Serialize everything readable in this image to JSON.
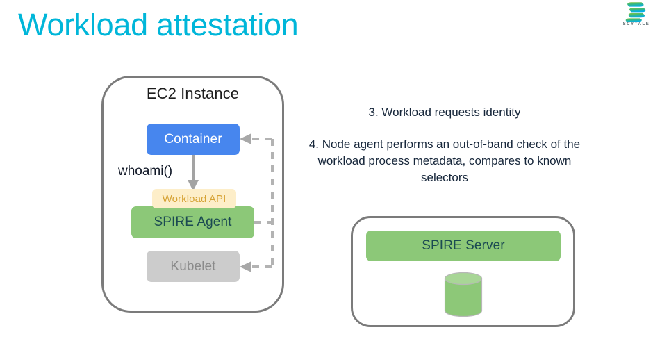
{
  "slide": {
    "title": "Workload attestation",
    "title_color": "#00b6d9",
    "background": "#ffffff"
  },
  "brand": {
    "name": "SCYTALE",
    "logo_icon": "scytale-stacked-s-logo",
    "logo_gradient_from": "#8dc63f",
    "logo_gradient_to": "#00aeef"
  },
  "diagram": {
    "ec2": {
      "label": "EC2 Instance",
      "border_color": "#7b7b7b",
      "nodes": [
        {
          "id": "container",
          "label": "Container",
          "fill": "#4786ee",
          "text_color": "#ffffff"
        },
        {
          "id": "workload-api",
          "label": "Workload API",
          "fill": "#fdeec9",
          "text_color": "#d6a234"
        },
        {
          "id": "spire-agent",
          "label": "SPIRE Agent",
          "fill": "#8cc878",
          "text_color": "#1b4a52"
        },
        {
          "id": "kubelet",
          "label": "Kubelet",
          "fill": "#cccccc",
          "text_color": "#8a8a8a"
        }
      ],
      "call_label": "whoami()",
      "arrow_color": "#a3a3a3"
    },
    "server": {
      "label": "SPIRE Server",
      "fill": "#8cc878",
      "text_color": "#1b4a52",
      "border_color": "#7b7b7b",
      "datastore_icon": "database-cylinder",
      "datastore_fill": "#8dc878",
      "datastore_top_fill": "#a8d696"
    }
  },
  "steps": {
    "step_3": "3. Workload requests identity",
    "step_4": "4. Node agent performs an out-of-band check of the workload process metadata, compares to known selectors",
    "text_color": "#16263a"
  }
}
